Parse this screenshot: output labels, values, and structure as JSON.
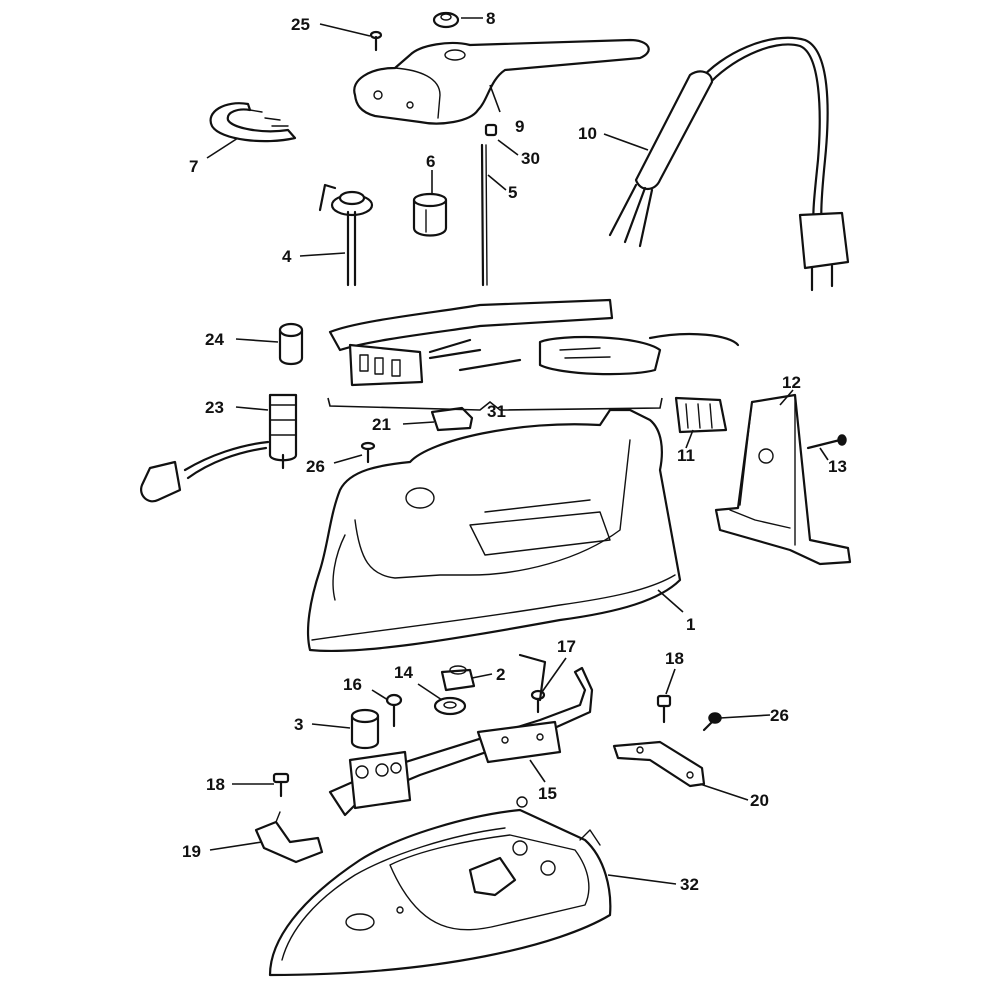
{
  "diagram": {
    "callouts": [
      "25",
      "8",
      "9",
      "7",
      "10",
      "30",
      "6",
      "5",
      "4",
      "24",
      "31",
      "23",
      "21",
      "11",
      "12",
      "13",
      "26",
      "1",
      "17",
      "14",
      "2",
      "16",
      "3",
      "18",
      "26",
      "18",
      "15",
      "20",
      "19",
      "32"
    ]
  }
}
